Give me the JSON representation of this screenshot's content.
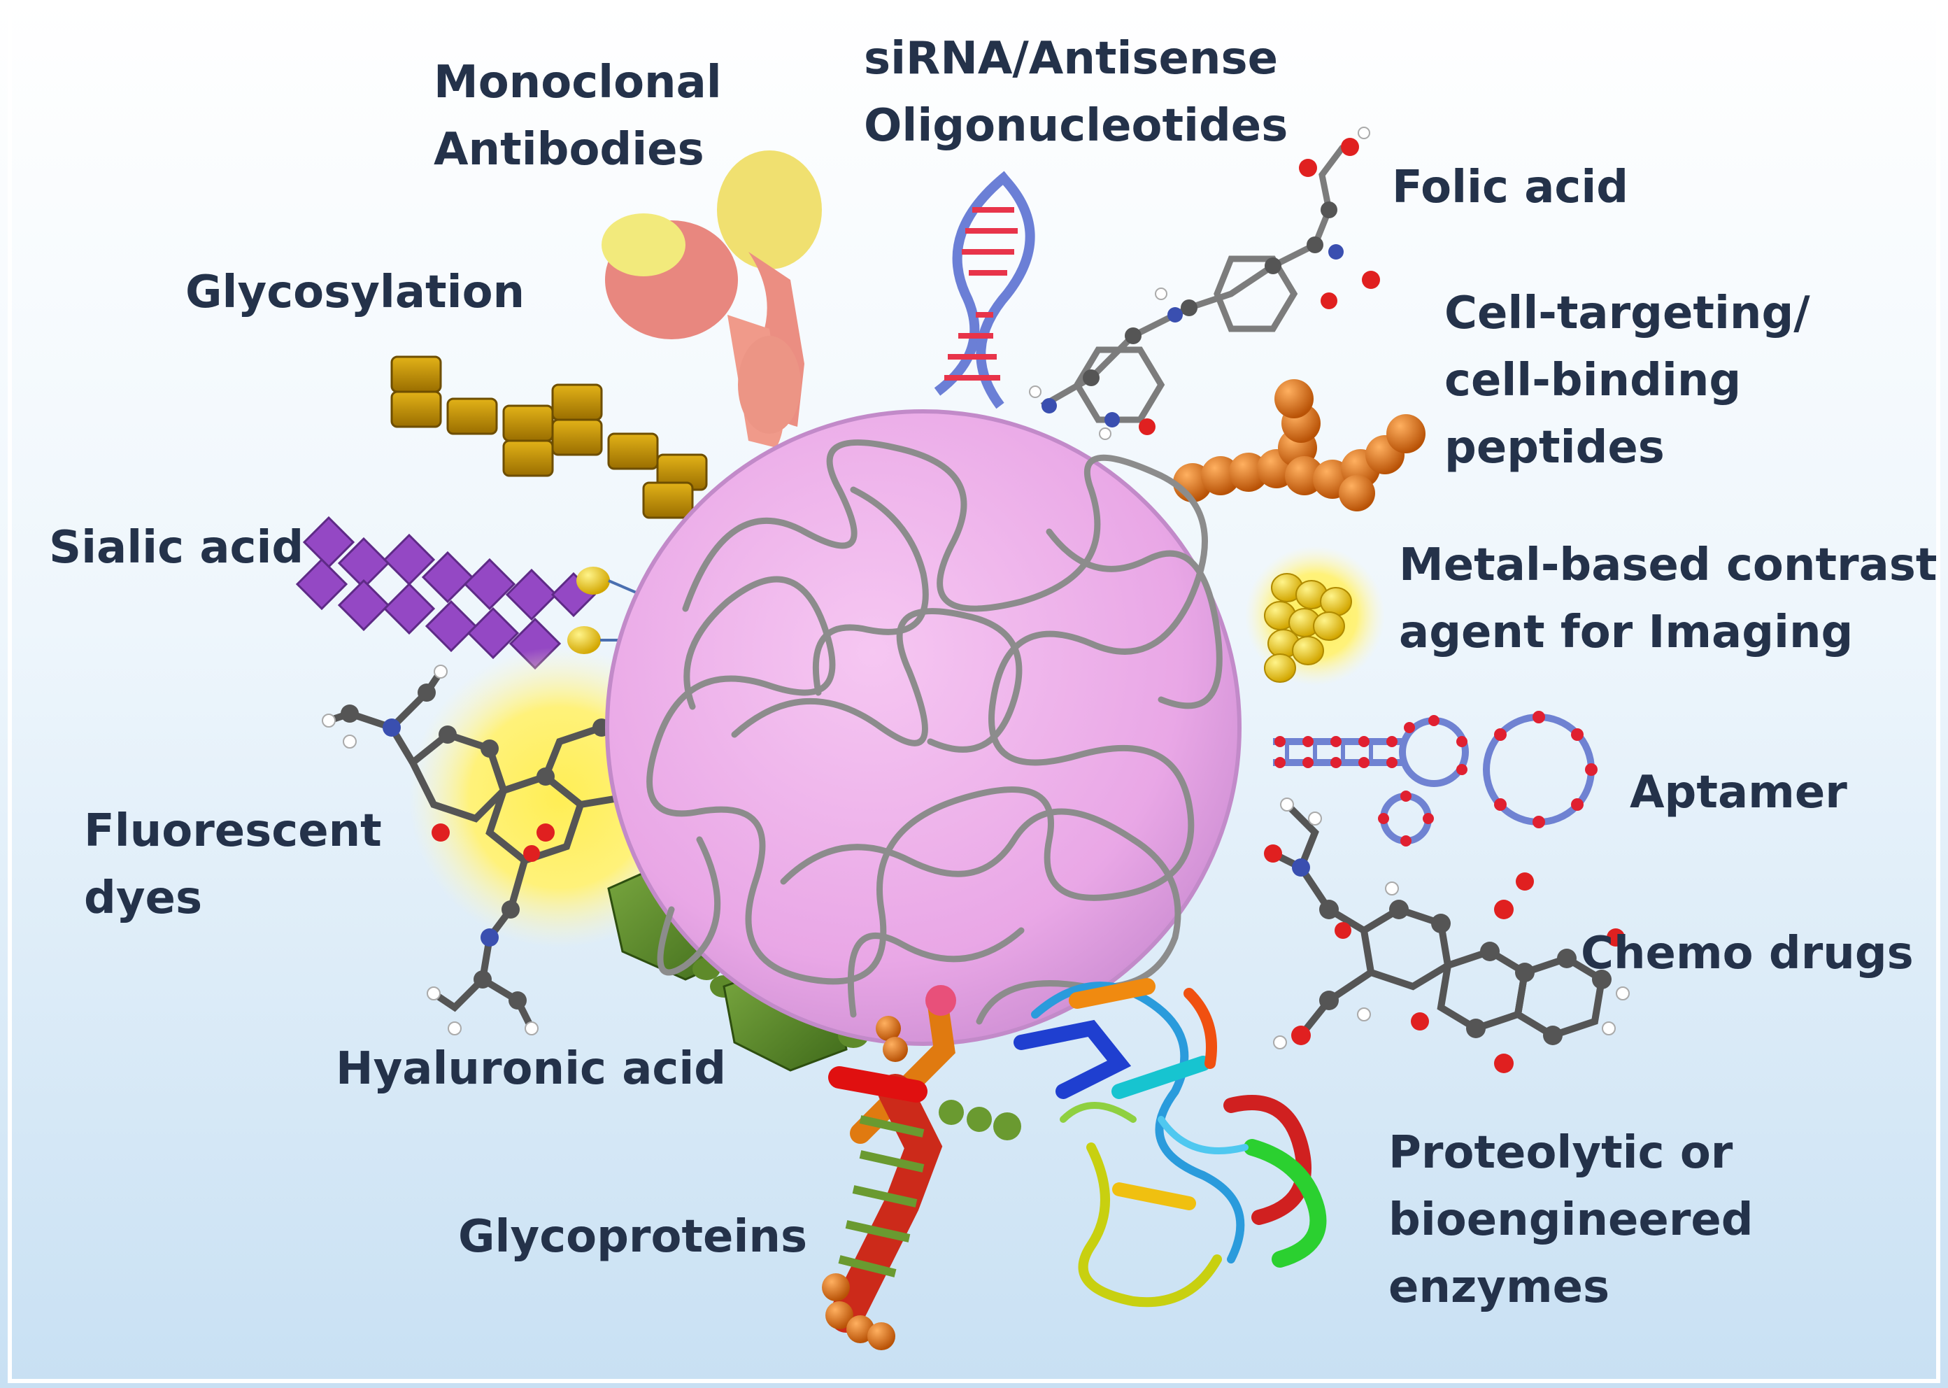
{
  "labels": {
    "monoclonal": [
      "Monoclonal",
      "Antibodies"
    ],
    "sirna": [
      "siRNA/Antisense",
      "Oligonucleotides"
    ],
    "folic": [
      "Folic acid"
    ],
    "glycosylation": [
      "Glycosylation"
    ],
    "celltarget": [
      "Cell-targeting/",
      "cell-binding",
      "peptides"
    ],
    "sialic": [
      "Sialic acid"
    ],
    "metal": [
      "Metal-based contrast",
      "agent for Imaging"
    ],
    "aptamer": [
      "Aptamer"
    ],
    "fluorescent": [
      "Fluorescent",
      "dyes"
    ],
    "chemo": [
      "Chemo drugs"
    ],
    "hyaluronic": [
      "Hyaluronic acid"
    ],
    "glycoproteins": [
      "Glycoproteins"
    ],
    "proteolytic": [
      "Proteolytic or",
      "bioengineered",
      "enzymes"
    ]
  },
  "colors": {
    "nanoparticle": "#e9a7e6",
    "polymer": "#8c8c8c",
    "label_text": "#24324a"
  }
}
